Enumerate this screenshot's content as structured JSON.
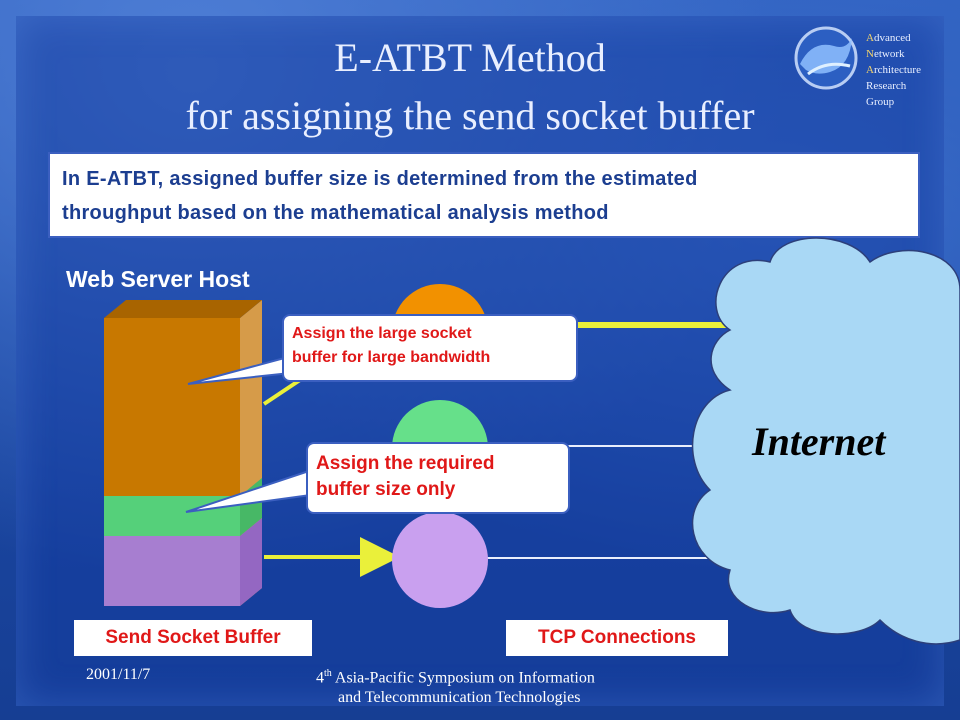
{
  "title": {
    "line1": "E-ATBT Method",
    "line2": "for assigning the send socket buffer"
  },
  "logo": {
    "lines": [
      {
        "cap": "A",
        "rest": "dvanced"
      },
      {
        "cap": "N",
        "rest": "etwork"
      },
      {
        "cap": "A",
        "rest": "rchitecture"
      },
      {
        "cap": "",
        "rest": "Research"
      },
      {
        "cap": "",
        "rest": "Group"
      }
    ]
  },
  "intro_box": {
    "line1": "In E-ATBT, assigned buffer size is determined from the estimated",
    "line2": "throughput based on the mathematical analysis method"
  },
  "diagram": {
    "host_label": "Web Server Host",
    "callout_large": {
      "line1": "Assign the large socket",
      "line2": "buffer for large bandwidth"
    },
    "callout_required": {
      "line1": "Assign the required",
      "line2": "buffer size only"
    },
    "cloud_label": "Internet",
    "send_socket_buffer_label": "Send Socket Buffer",
    "tcp_connections_label": "TCP Connections",
    "colors": {
      "large_buffer": "#c87800",
      "medium_buffer": "#55d07a",
      "small_buffer": "#a77ed0",
      "conn_orange": "#f29100",
      "conn_green": "#66e08a",
      "conn_purple": "#c9a0ef",
      "cloud": "#a9d8f5",
      "arrow": "#eaf03a"
    }
  },
  "footer": {
    "date": "2001/11/7",
    "venue_prefix": "4",
    "venue_sup": "th",
    "venue_line1": " Asia-Pacific Symposium on Information",
    "venue_line2": "and Telecommunication Technologies"
  }
}
